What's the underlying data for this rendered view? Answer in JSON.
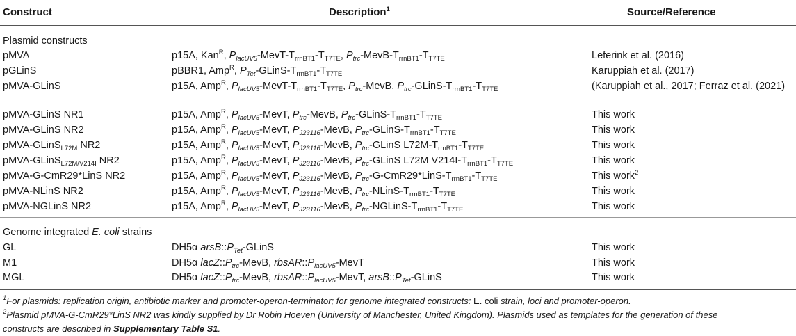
{
  "headers": {
    "construct": "Construct",
    "description": "Description",
    "description_note": "1",
    "source": "Source/Reference"
  },
  "sections": {
    "plasmid": "Plasmid constructs",
    "genome_prefix": "Genome integrated",
    "genome_italic": "E. coli",
    "genome_suffix": "strains"
  },
  "rows": [
    {
      "construct": "pMVA",
      "source": "Leferink et al. (2016)"
    },
    {
      "construct": "pGLinS",
      "source": "Karuppiah et al. (2017)"
    },
    {
      "construct": "pMVA-GLinS",
      "source": "(Karuppiah et al., 2017; Ferraz et al. (2021)"
    },
    {
      "construct": "pMVA-GLinS NR1",
      "source": "This work"
    },
    {
      "construct": "pMVA-GLinS NR2",
      "source": "This work"
    },
    {
      "construct_main": "pMVA-GLinS",
      "construct_sub": "L72M",
      "construct_tail": " NR2",
      "source": "This work"
    },
    {
      "construct_main": "pMVA-GLinS",
      "construct_sub": "L72M/V214I",
      "construct_tail": " NR2",
      "source": "This work"
    },
    {
      "construct": "pMVA-G-CmR29*LinS NR2",
      "source": "This work",
      "source_note": "2"
    },
    {
      "construct": "pMVA-NLinS NR2",
      "source": "This work"
    },
    {
      "construct": "pMVA-NGLinS NR2",
      "source": "This work"
    },
    {
      "construct": "GL",
      "source": "This work"
    },
    {
      "construct": "M1",
      "source": "This work"
    },
    {
      "construct": "MGL",
      "source": "This work"
    }
  ],
  "footnotes": {
    "n1_mark": "1",
    "n1_a": "For plasmids: replication origin, antibiotic marker and promoter-operon-terminator; for genome integrated constructs:",
    "n1_b": "E. coli",
    "n1_c": "strain, loci and promoter-operon.",
    "n2_mark": "2",
    "n2_line1": "Plasmid pMVA-G-CmR29*LinS NR2 was kindly supplied by Dr Robin Hoeven (University of Manchester, United Kingdom). Plasmids used as templates for the generation of these",
    "n2_line2a": "constructs are described in",
    "n2_line2b": "Supplementary Table S1",
    "n2_line2c": "."
  }
}
